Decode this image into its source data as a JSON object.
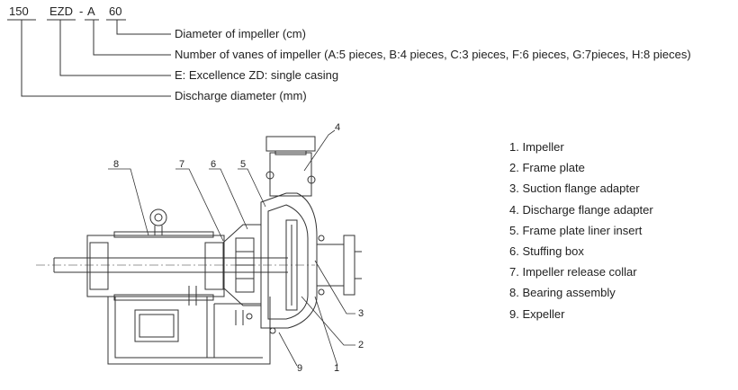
{
  "model_code": {
    "discharge": "150",
    "series": "EZD",
    "dash": "-",
    "vanes": "A",
    "impeller": "60"
  },
  "code_descriptions": [
    "Diameter of impeller (cm)",
    "Number of vanes of impeller (A:5 pieces, B:4 pieces, C:3 pieces, F:6 pieces, G:7pieces, H:8 pieces)",
    "E: Excellence ZD: single casing",
    "Discharge diameter (mm)"
  ],
  "legend": [
    "1. Impeller",
    "2. Frame plate",
    "3. Suction flange adapter",
    "4. Discharge flange adapter",
    "5. Frame plate liner insert",
    "6. Stuffing box",
    "7. Impeller release collar",
    "8. Bearing assembly",
    "9. Expeller"
  ],
  "callouts": {
    "c1": "1",
    "c2": "2",
    "c3": "3",
    "c4": "4",
    "c5": "5",
    "c6": "6",
    "c7": "7",
    "c8": "8",
    "c9": "9"
  }
}
